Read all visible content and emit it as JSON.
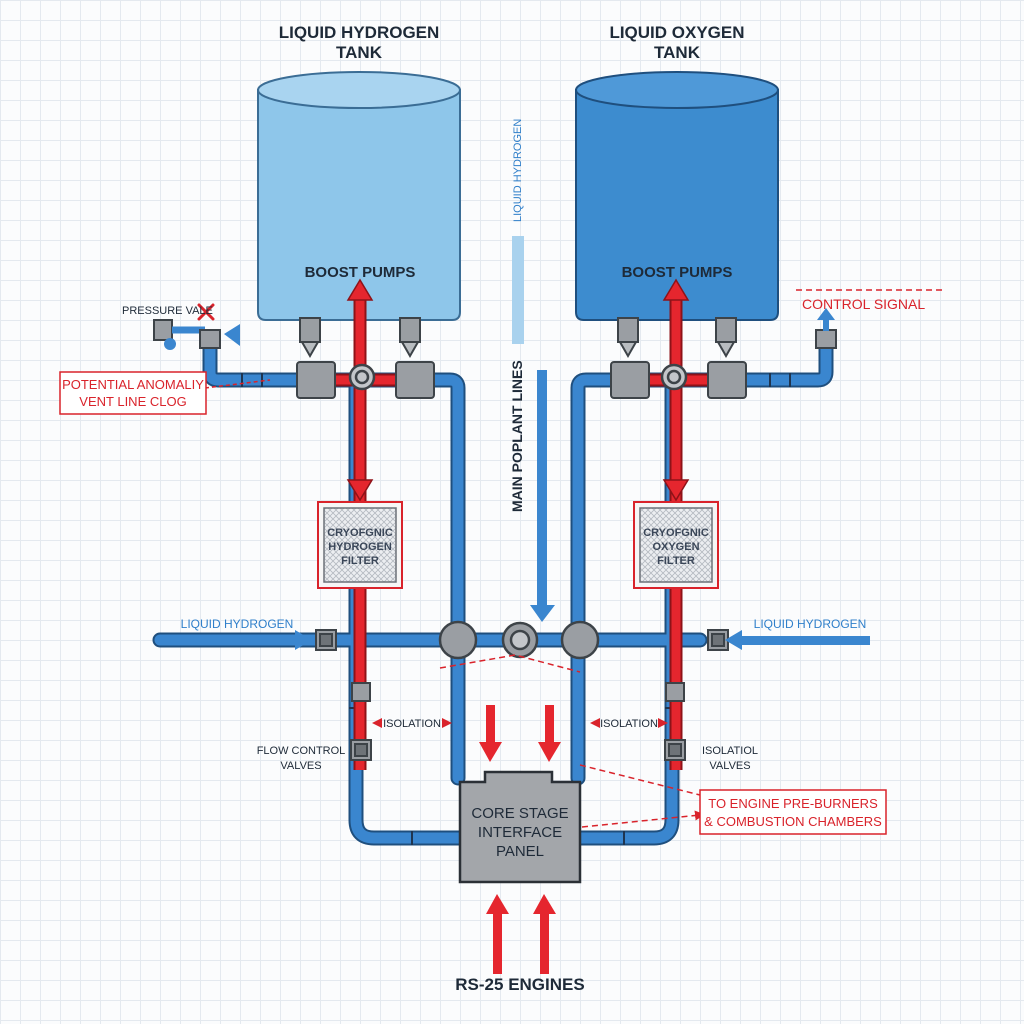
{
  "tanks": {
    "lh2": {
      "title_line1": "LIQUID HYDROGEN",
      "title_line2": "TANK",
      "pump_label": "BOOST PUMPS"
    },
    "lox": {
      "title_line1": "LIQUID OXYGEN",
      "title_line2": "TANK",
      "pump_label": "BOOST PUMPS"
    }
  },
  "filters": {
    "left": {
      "line1": "CRYOFGNIC",
      "line2": "HYDROGEN",
      "line3": "FILTER"
    },
    "right": {
      "line1": "CRYOFGNIC",
      "line2": "OXYGEN",
      "line3": "FILTER"
    }
  },
  "labels": {
    "pressure_valve": "PRESSURE VALE",
    "anomaly_line1": "POTENTIAL ANOMALIY",
    "anomaly_line2": "VENT LINE CLOG",
    "control_signal": "CONTROL SIGNAL",
    "vertical_hydrogen": "LIQUID HYDROGEN",
    "main_lines": "MAIN POPLANT LINES",
    "inlet_left": "LIQUID HYDROGEN",
    "inlet_right": "LIQUID HYDROGEN",
    "isolation_left": "ISOLATION",
    "isolation_right": "ISOLATION",
    "flow_control_line1": "FLOW CONTROL",
    "flow_control_line2": "VALVES",
    "isolation_valves_line1": "ISOLATIOL",
    "isolation_valves_line2": "VALVES",
    "engine_line1": "TO ENGINE PRE-BURNERS",
    "engine_line2": "& COMBUSTION CHAMBERS",
    "core_line1": "CORE STAGE",
    "core_line2": "INTERFACE",
    "core_line3": "PANEL",
    "rs25": "RS-25 ENGINES"
  },
  "colors": {
    "lh2_tank": "#8ec6ea",
    "lox_tank": "#3d8ccf",
    "pipe_blue": "#3a86cf",
    "line_red": "#e5262e",
    "valve_gray": "#9a9ea3",
    "annotation_red": "#d9232b"
  },
  "icons": [
    "close-icon",
    "arrow-up-icon",
    "valve-icon"
  ]
}
